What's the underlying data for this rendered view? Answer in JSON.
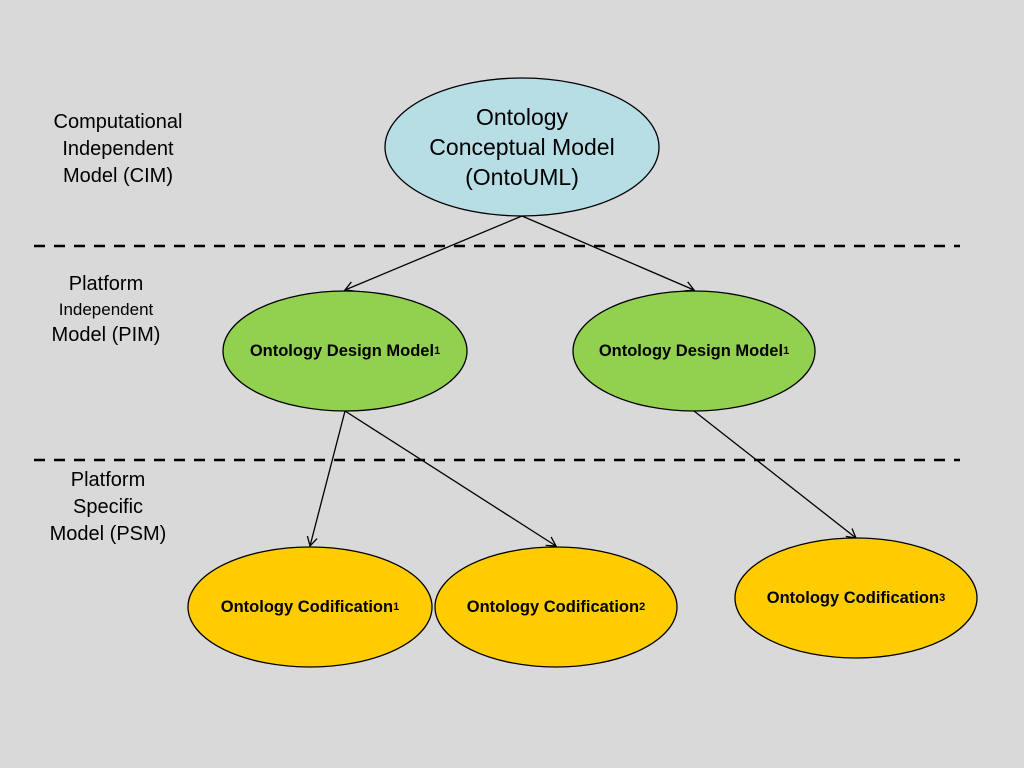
{
  "levels": {
    "cim": [
      "Computational",
      "Independent",
      "Model (CIM)"
    ],
    "pim": [
      "Platform",
      "Independent",
      "Model (PIM)"
    ],
    "psm": [
      "Platform",
      "Specific",
      "Model (PSM)"
    ]
  },
  "nodes": {
    "conceptual": {
      "lines": [
        "Ontology",
        "Conceptual Model",
        "(OntoUML)"
      ],
      "fill": "#b7dde5"
    },
    "design_left": {
      "label": "Ontology Design Model",
      "sub": "1",
      "fill": "#92d050"
    },
    "design_right": {
      "label": "Ontology Design Model",
      "sub": "1",
      "fill": "#92d050"
    },
    "codification_1": {
      "label": "Ontology Codification",
      "sub": "1",
      "fill": "#ffcc00"
    },
    "codification_2": {
      "label": "Ontology Codification",
      "sub": "2",
      "fill": "#ffcc00"
    },
    "codification_3": {
      "label": "Ontology Codification",
      "sub": "3",
      "fill": "#ffcc00"
    }
  },
  "colors": {
    "background": "#d9d9d9",
    "stroke": "#000000"
  }
}
